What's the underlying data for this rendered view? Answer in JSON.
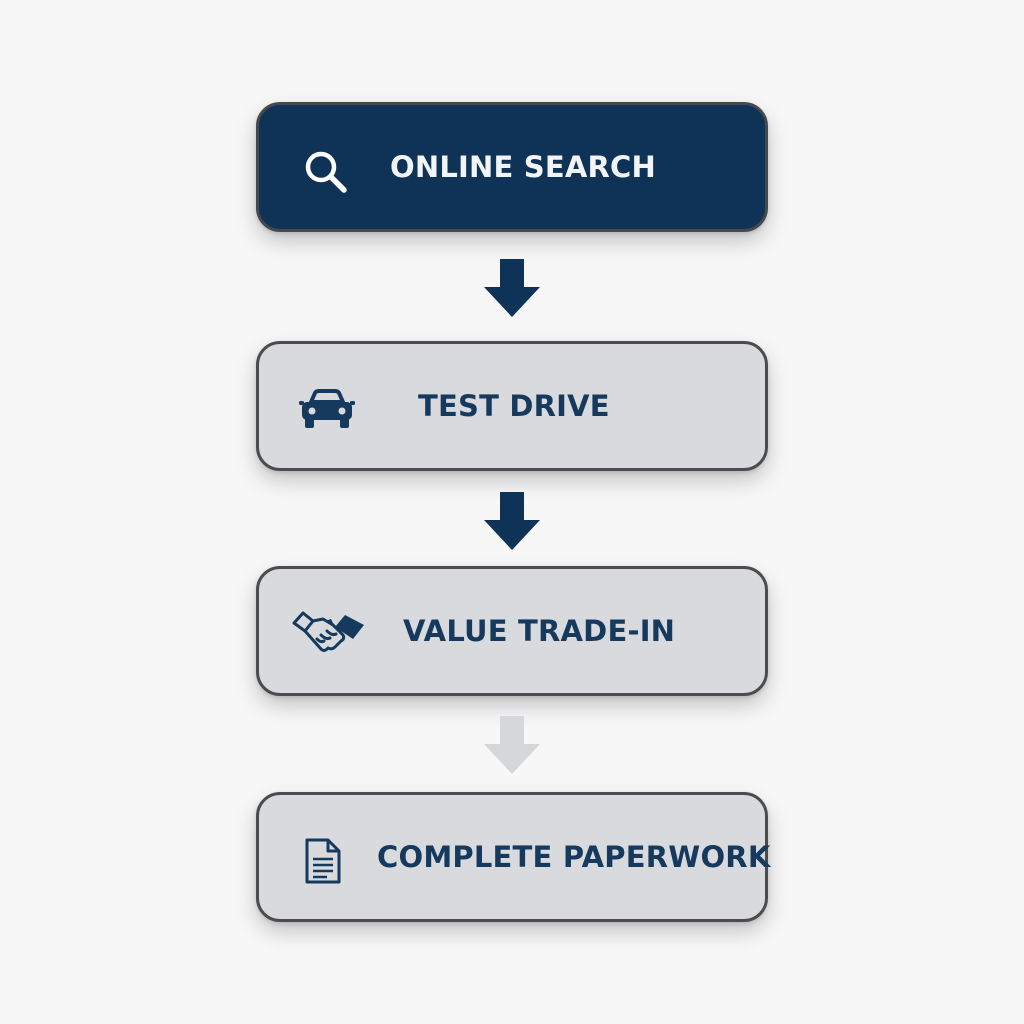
{
  "steps": [
    {
      "label": "ONLINE SEARCH",
      "icon": "search-icon",
      "active": true
    },
    {
      "label": "TEST DRIVE",
      "icon": "car-icon",
      "active": false
    },
    {
      "label": "VALUE TRADE-IN",
      "icon": "handshake-icon",
      "active": false
    },
    {
      "label": "COMPLETE PAPERWORK",
      "icon": "document-icon",
      "active": false
    }
  ],
  "colors": {
    "active_fill": "#0e3357",
    "inactive_fill": "#d9dadd",
    "text_dark": "#163a5e",
    "arrow_dark": "#0e3357",
    "arrow_faded": "#d6d7d9"
  }
}
